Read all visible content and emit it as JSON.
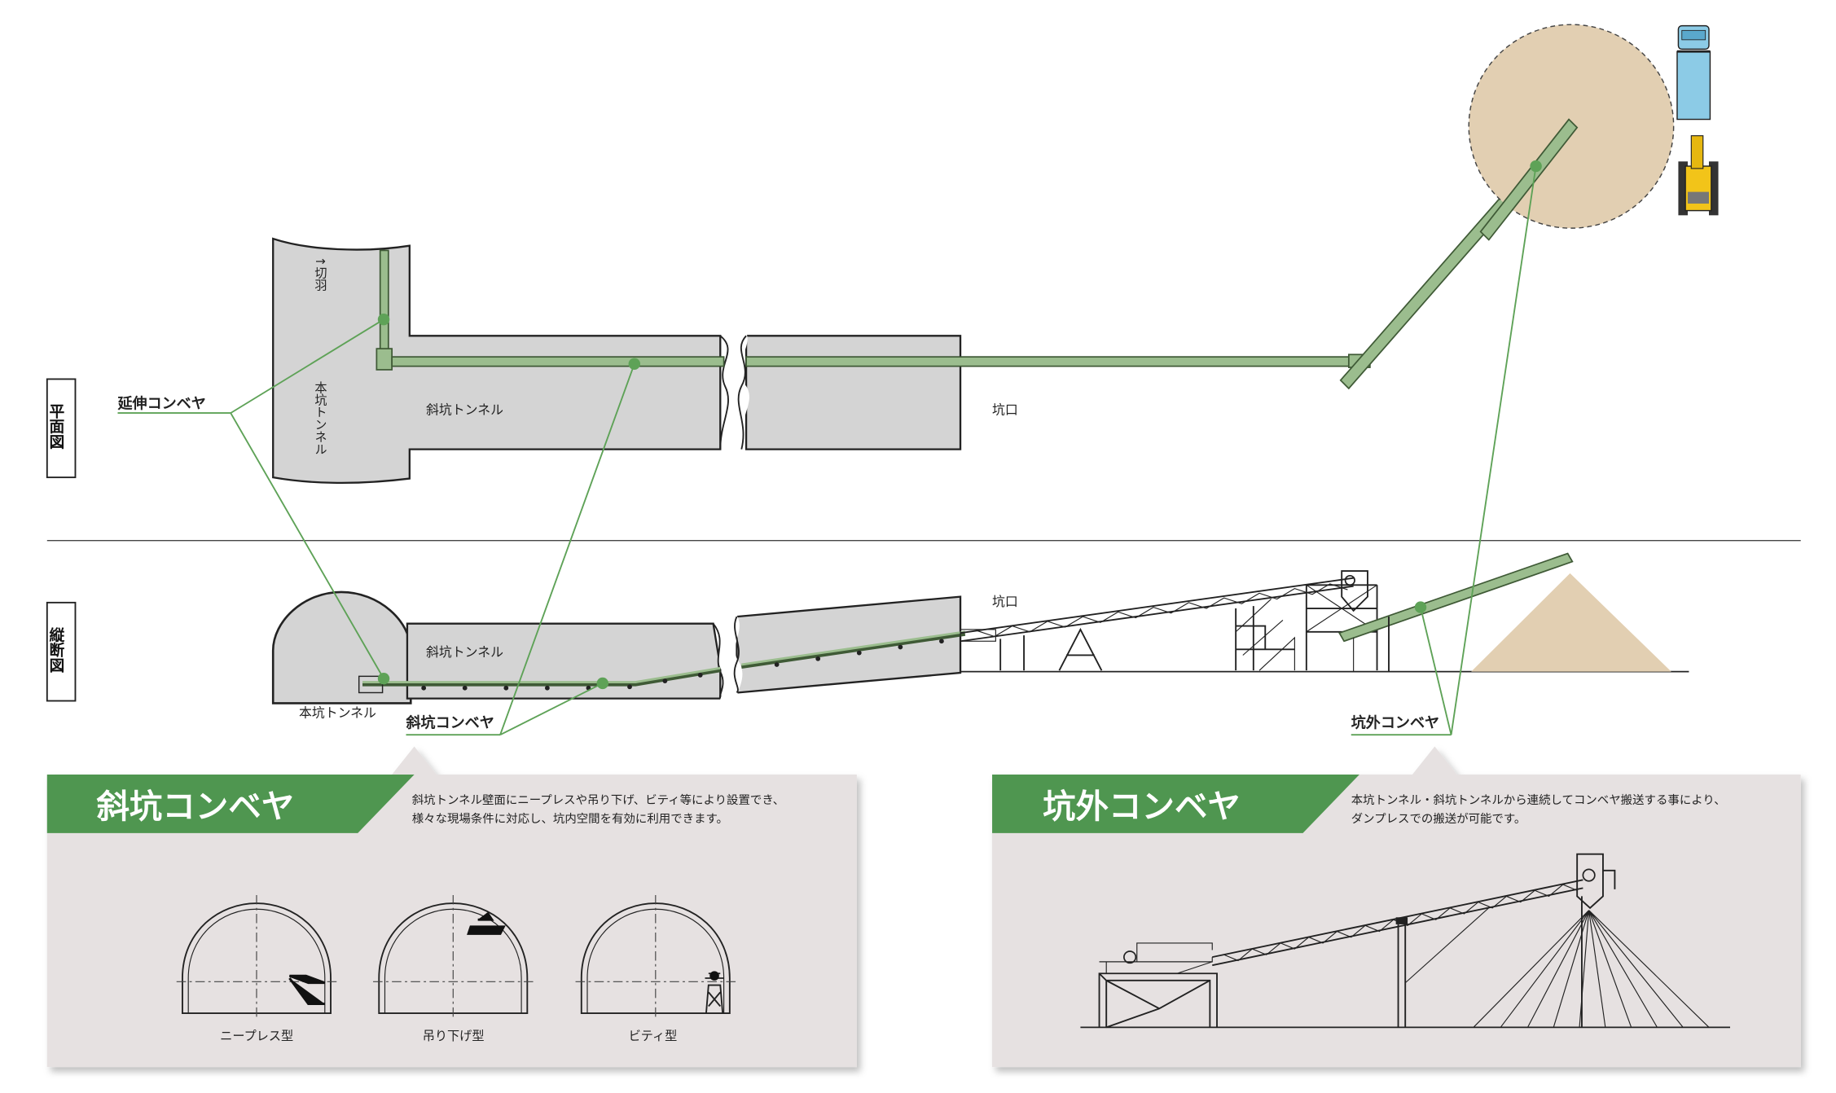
{
  "views": {
    "plan": "平面図",
    "profile": "縦断図"
  },
  "plan": {
    "face_label": "↑切羽",
    "main_tunnel_vertical": "本坑トンネル",
    "incline_tunnel": "斜坑トンネル",
    "portal": "坑口"
  },
  "profile": {
    "portal": "坑口",
    "incline_tunnel": "斜坑トンネル",
    "main_tunnel": "本坑トンネル"
  },
  "callouts": {
    "extension": "延伸コンベヤ",
    "incline": "斜坑コンベヤ",
    "outside": "坑外コンベヤ"
  },
  "panel_left": {
    "title": "斜坑コンベヤ",
    "desc_line1": "斜坑トンネル壁面にニープレスや吊り下げ、ビティ等により設置でき、",
    "desc_line2": "様々な現場条件に対応し、坑内空間を有効に利用できます。",
    "captions": [
      "ニープレス型",
      "吊り下げ型",
      "ビティ型"
    ]
  },
  "panel_right": {
    "title": "坑外コンベヤ",
    "desc_line1": "本坑トンネル・斜坑トンネルから連続してコンベヤ搬送する事により、",
    "desc_line2": "ダンプレスでの搬送が可能です。"
  },
  "colors": {
    "green_band": "#4f9650",
    "conveyor": "#9bbd8e",
    "tunnel_fill": "#d4d4d4",
    "stockpile": "#e2cfb2",
    "panel_bg": "#e6e1e1"
  }
}
